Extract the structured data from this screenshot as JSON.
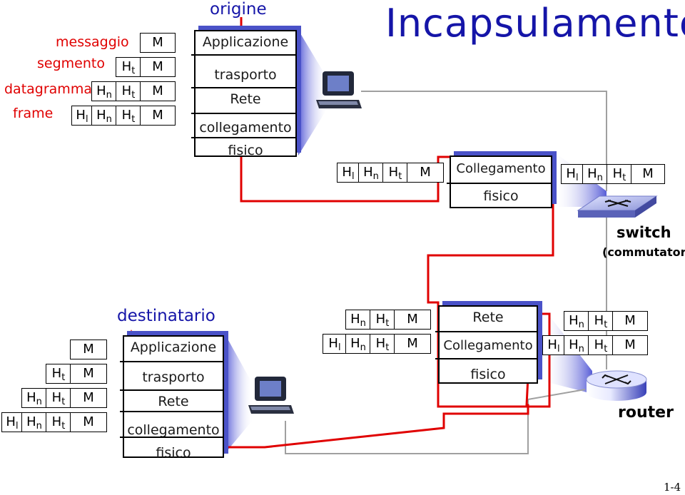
{
  "title": "Incapsulamento",
  "page_number": "1-4",
  "legend": {
    "messaggio": "messaggio",
    "segmento": "segmento",
    "datagramma": "datagramma",
    "frame": "frame"
  },
  "headers": {
    "l": "H",
    "l_sub": "l",
    "n": "H",
    "n_sub": "n",
    "t": "H",
    "t_sub": "t",
    "m": "M"
  },
  "source": {
    "label": "origine",
    "layers": [
      "Applicazione",
      "trasporto",
      "Rete",
      "collegamento",
      "fisico"
    ]
  },
  "destination": {
    "label": "destinatario",
    "layers": [
      "Applicazione",
      "trasporto",
      "Rete",
      "collegamento",
      "fisico"
    ]
  },
  "switch": {
    "layers": [
      "Collegamento",
      "fisico"
    ],
    "label": "switch",
    "sublabel": "(commutatore)"
  },
  "router": {
    "layers": [
      "Rete",
      "Collegamento",
      "fisico"
    ],
    "label": "router"
  },
  "colors": {
    "title": "#1515a8",
    "path": "#e00000",
    "shadow": "#4a52c8"
  },
  "icons": [
    "computer-icon",
    "switch-icon",
    "router-icon"
  ]
}
